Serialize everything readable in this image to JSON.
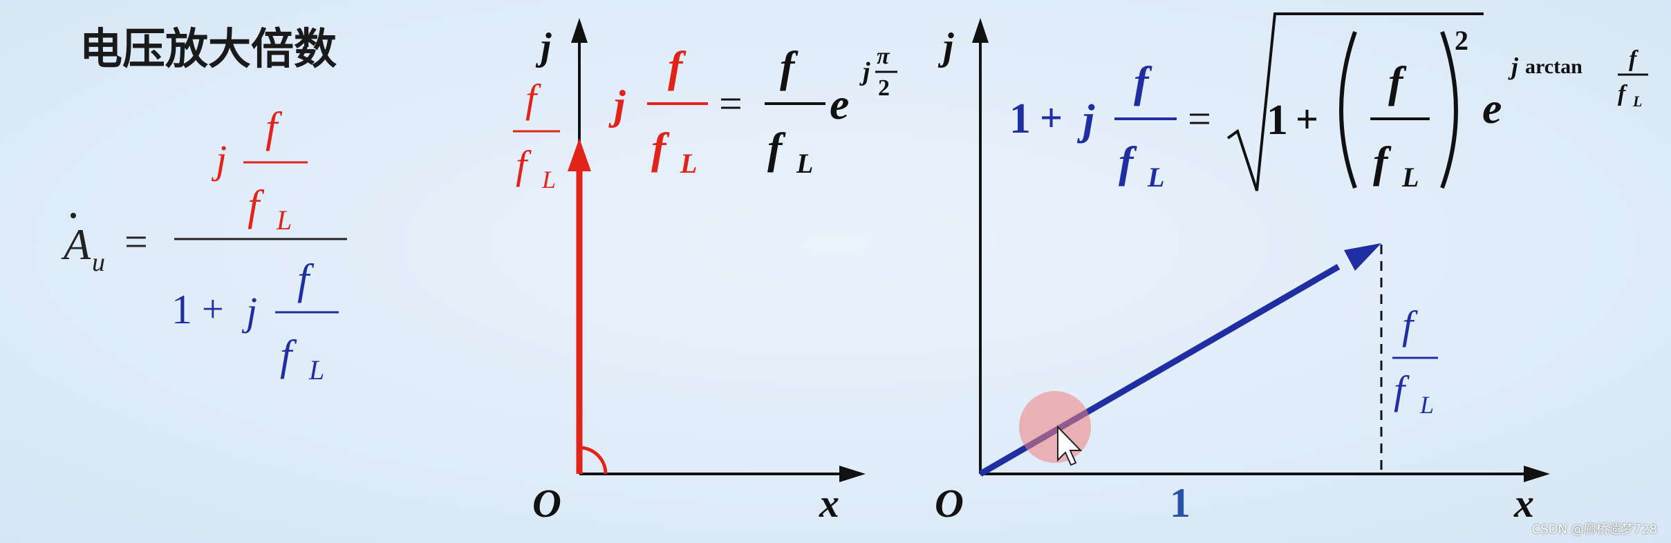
{
  "title": "电压放大倍数",
  "colors": {
    "red": "#e2231a",
    "blue": "#1f2fa3",
    "black": "#111111",
    "highlight": "#f08080"
  },
  "left_formula": {
    "lhs_A": "A",
    "lhs_sub": "u",
    "equals": "=",
    "num_j": "j",
    "num_f": "f",
    "num_fL": "f",
    "num_fL_sub": "L",
    "den_one": "1",
    "den_plus": "+",
    "den_j": "j",
    "den_f": "f",
    "den_fL": "f",
    "den_fL_sub": "L"
  },
  "middle_diagram": {
    "y_axis_label": "j",
    "x_axis_label": "x",
    "origin_label": "O",
    "arrow_label_f": "f",
    "arrow_label_fL": "f",
    "arrow_label_fL_sub": "L",
    "formula": {
      "j": "j",
      "f": "f",
      "fL": "f",
      "fL_sub": "L",
      "equals": "=",
      "rf": "f",
      "rfL": "f",
      "rfL_sub": "L",
      "e": "e",
      "exp_j": "j",
      "exp_pi": "π",
      "exp_two": "2"
    }
  },
  "right_diagram": {
    "y_axis_label": "j",
    "x_axis_label": "x",
    "origin_label": "O",
    "x_value_label": "1",
    "height_label_f": "f",
    "height_label_fL": "f",
    "height_label_fL_sub": "L",
    "formula": {
      "one": "1",
      "plus": "+",
      "j": "j",
      "f": "f",
      "fL": "f",
      "fL_sub": "L",
      "equals": "=",
      "sqrt_one": "1",
      "sqrt_plus": "+",
      "paren_f": "f",
      "paren_fL": "f",
      "paren_fL_sub": "L",
      "square": "2",
      "e": "e",
      "exp_j": "j",
      "exp_arctan": "arctan",
      "exp_f": "f",
      "exp_fL": "f",
      "exp_fL_sub": "L"
    }
  },
  "watermark": "CSDN @廊桥遗梦728"
}
